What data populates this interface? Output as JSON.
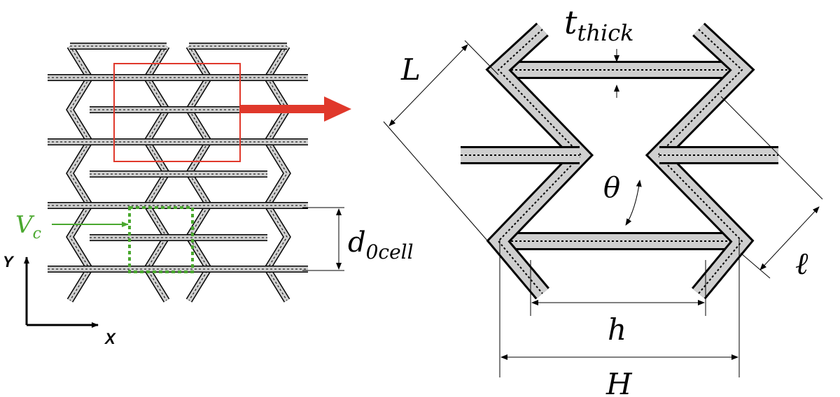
{
  "colors": {
    "strut_fill": "#cfcfcf",
    "strut_edge": "#000000",
    "highlight_box": "#e0382b",
    "arrow": "#e0382b",
    "unit_cell": "#4aa82f"
  },
  "left_panel": {
    "axis_y": "Y",
    "axis_x": "X",
    "unit_cell_label": "V",
    "unit_cell_sub": "c",
    "cell_distance_label": "d",
    "cell_distance_sub": "0cell"
  },
  "right_panel": {
    "thickness_label": "t",
    "thickness_sub": "thick",
    "strut_length_label": "L",
    "angle_label": "θ",
    "half_length_label": "ℓ",
    "inner_width_label": "h",
    "outer_width_label": "H"
  }
}
